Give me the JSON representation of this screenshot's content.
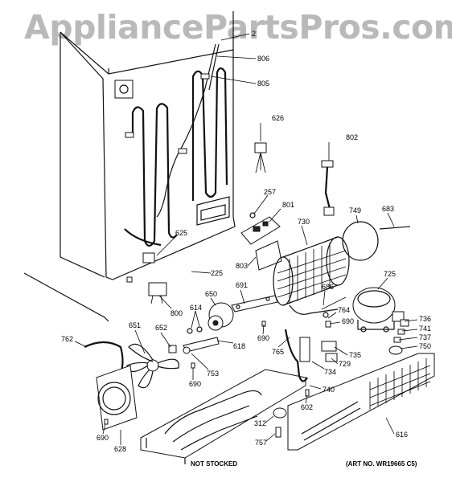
{
  "watermark": "AppliancePartsPros.com",
  "art_number": "(ART NO. WR19665 C5)",
  "not_stocked": "NOT STOCKED",
  "callouts": [
    {
      "id": "c2",
      "text": "2"
    },
    {
      "id": "c806",
      "text": "806"
    },
    {
      "id": "c805",
      "text": "805"
    },
    {
      "id": "c626",
      "text": "626"
    },
    {
      "id": "c802",
      "text": "802"
    },
    {
      "id": "c257",
      "text": "257"
    },
    {
      "id": "c801",
      "text": "801"
    },
    {
      "id": "c730",
      "text": "730"
    },
    {
      "id": "c749",
      "text": "749"
    },
    {
      "id": "c683",
      "text": "683"
    },
    {
      "id": "c625",
      "text": "625"
    },
    {
      "id": "c225",
      "text": "225"
    },
    {
      "id": "c803",
      "text": "803"
    },
    {
      "id": "c725",
      "text": "725"
    },
    {
      "id": "c686",
      "text": "686"
    },
    {
      "id": "c691",
      "text": "691"
    },
    {
      "id": "c650",
      "text": "650"
    },
    {
      "id": "c614",
      "text": "614"
    },
    {
      "id": "c800",
      "text": "800"
    },
    {
      "id": "c764",
      "text": "764"
    },
    {
      "id": "c690a",
      "text": "690"
    },
    {
      "id": "c736",
      "text": "736"
    },
    {
      "id": "c741",
      "text": "741"
    },
    {
      "id": "c737",
      "text": "737"
    },
    {
      "id": "c750",
      "text": "750"
    },
    {
      "id": "c762",
      "text": "762"
    },
    {
      "id": "c651",
      "text": "651"
    },
    {
      "id": "c652",
      "text": "652"
    },
    {
      "id": "c618",
      "text": "618"
    },
    {
      "id": "c690b",
      "text": "690"
    },
    {
      "id": "c765",
      "text": "765"
    },
    {
      "id": "c735",
      "text": "735"
    },
    {
      "id": "c729",
      "text": "729"
    },
    {
      "id": "c753",
      "text": "753"
    },
    {
      "id": "c690c",
      "text": "690"
    },
    {
      "id": "c734",
      "text": "734"
    },
    {
      "id": "c740",
      "text": "740"
    },
    {
      "id": "c602",
      "text": "602"
    },
    {
      "id": "c312",
      "text": "312"
    },
    {
      "id": "c757",
      "text": "757"
    },
    {
      "id": "c616",
      "text": "616"
    },
    {
      "id": "c690d",
      "text": "690"
    },
    {
      "id": "c628",
      "text": "628"
    }
  ]
}
